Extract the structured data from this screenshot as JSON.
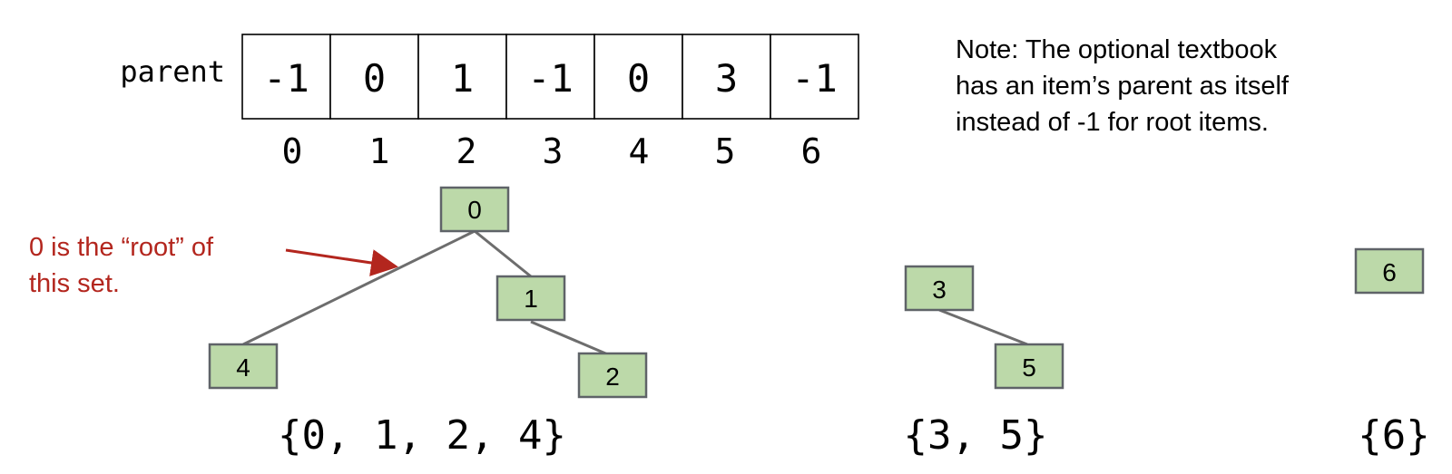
{
  "array": {
    "label": "parent",
    "values": [
      "-1",
      "0",
      "1",
      "-1",
      "0",
      "3",
      "-1"
    ],
    "indices": [
      "0",
      "1",
      "2",
      "3",
      "4",
      "5",
      "6"
    ]
  },
  "note": {
    "lines": [
      "Note: The optional textbook",
      "has an item’s parent as itself",
      "instead of -1 for root items."
    ]
  },
  "annotation": {
    "lines": [
      "0 is the “root” of",
      "this set."
    ],
    "color": "#b3261e"
  },
  "nodes": [
    "0",
    "1",
    "2",
    "3",
    "4",
    "5",
    "6"
  ],
  "edges": [
    [
      "0",
      "4"
    ],
    [
      "0",
      "1"
    ],
    [
      "1",
      "2"
    ],
    [
      "3",
      "5"
    ]
  ],
  "sets": [
    "{0, 1, 2, 4}",
    "{3, 5}",
    "{6}"
  ],
  "colors": {
    "node_fill": "#bcd9a9",
    "node_stroke": "#5f6368",
    "edge": "#6d6d6d"
  }
}
